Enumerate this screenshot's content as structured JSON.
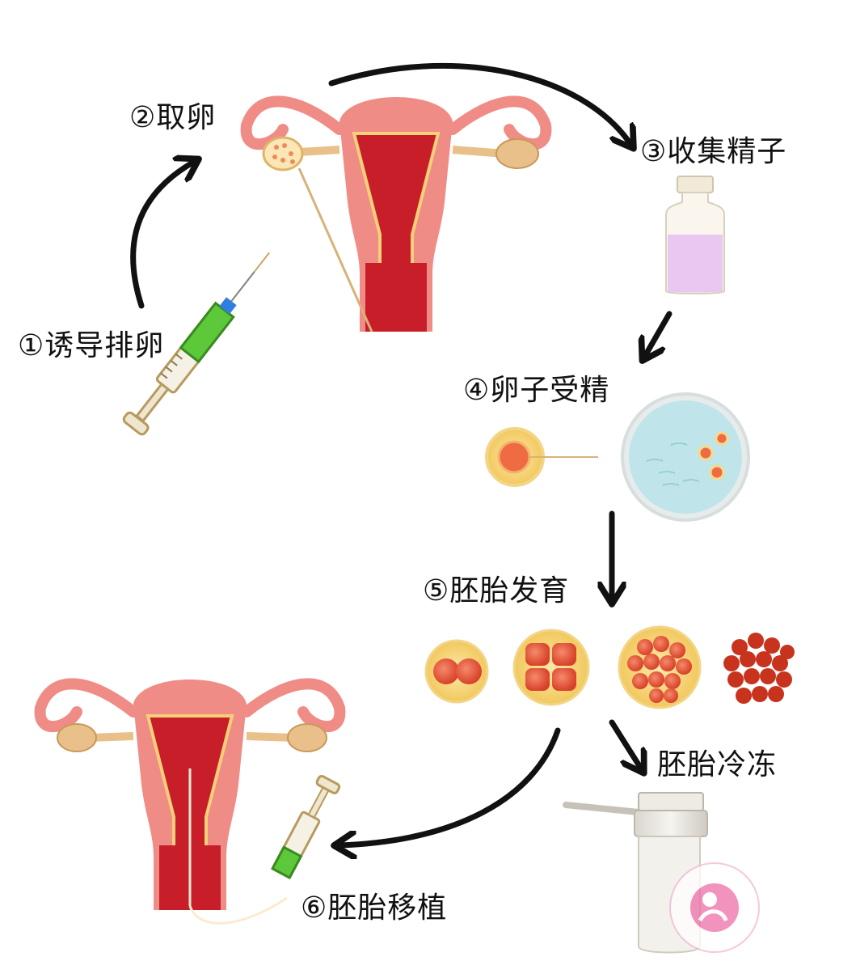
{
  "steps": {
    "s1": "①诱导排卵",
    "s2": "②取卵",
    "s3": "③收集精子",
    "s4": "④卵子受精",
    "s5": "⑤胚胎发育",
    "s6": "⑥胚胎移植",
    "freeze": "胚胎冷冻"
  },
  "colors": {
    "arrow": "#111111",
    "uterus_outer": "#f08c86",
    "uterus_inner": "#c81e2a",
    "uterus_edge": "#f5d07a",
    "ovary": "#e9c08a",
    "egg_core": "#ef6b44",
    "egg_halo": "#f8d98a",
    "dish": "#bfe4ea",
    "vial_liquid": "#e8c8f0",
    "syringe_green": "#5cc83a",
    "syringe_blue": "#2f7ee0",
    "cell_red": "#d8412a",
    "watermark": "#ee6fa8"
  },
  "icons": [
    "syringe-icon",
    "uterus-icon",
    "vial-icon",
    "egg-cell-icon",
    "petri-dish-icon",
    "embryo-icon",
    "cryo-tube-icon",
    "logo-watermark"
  ]
}
